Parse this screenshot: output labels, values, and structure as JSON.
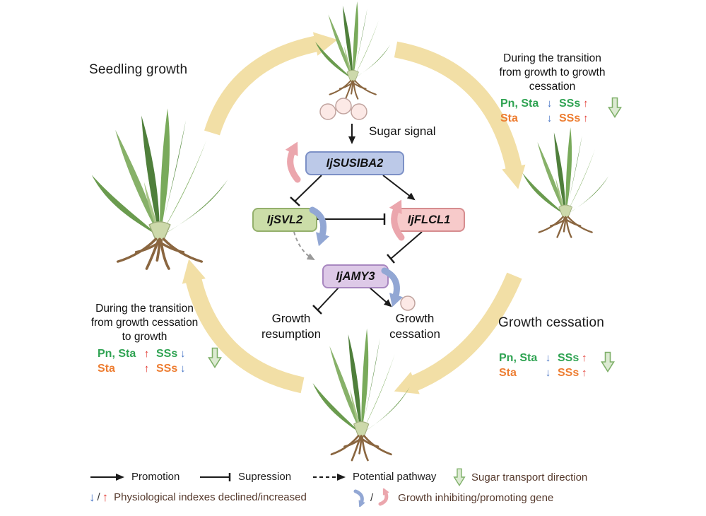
{
  "labels": {
    "seedling_growth": "Seedling growth",
    "growth_cessation_title": "Growth cessation",
    "sugar_signal": "Sugar signal"
  },
  "center": {
    "resumption_line1": "Growth",
    "resumption_line2": "resumption",
    "cessation_line1": "Growth",
    "cessation_line2": "cessation"
  },
  "genes": {
    "susiba2": "IjSUSIBA2",
    "svl2": "IjSVL2",
    "flcl1": "IjFLCL1",
    "amy3": "IjAMY3"
  },
  "transitions": {
    "top_right": {
      "lines": [
        "During the transition",
        "from growth to growth",
        "cessation"
      ]
    },
    "left": {
      "lines": [
        "During the transition",
        "from growth cessation",
        "to growth"
      ]
    }
  },
  "stats": {
    "top_right": {
      "r1": {
        "a": "Pn, Sta",
        "a_dir": "↓",
        "b": "SSs",
        "b_dir": "↑"
      },
      "r2": {
        "a": "Sta",
        "a_dir": "↓",
        "b": "SSs",
        "b_dir": "↑"
      }
    },
    "right": {
      "r1": {
        "a": "Pn, Sta",
        "a_dir": "↓",
        "b": "SSs",
        "b_dir": "↑"
      },
      "r2": {
        "a": "Sta",
        "a_dir": "↓",
        "b": "SSs",
        "b_dir": "↑"
      }
    },
    "left": {
      "r1": {
        "a": "Pn, Sta",
        "a_dir": "↑",
        "b": "SSs",
        "b_dir": "↓"
      },
      "r2": {
        "a": "Sta",
        "a_dir": "↑",
        "b": "SSs",
        "b_dir": "↓"
      }
    }
  },
  "legend": {
    "promotion": "Promotion",
    "suppression": "Supression",
    "potential_pathway": "Potential pathway",
    "sugar_transport": "Sugar transport direction",
    "physiological": "Physiological indexes declined/increased",
    "gene_regulation": "Growth inhibiting/promoting gene",
    "down_glyph": "↓",
    "up_glyph": "↑",
    "slash": "/"
  },
  "colors": {
    "green-text": "#2fa352",
    "orange-text": "#ed7d31",
    "blue-arrow": "#4472c4",
    "red-arrow": "#e23b33",
    "cycle-arrow": "#f2dfa6",
    "box-susiba-bg": "#bcc9e8",
    "box-susiba-border": "#7c90c6",
    "box-svl-bg": "#cbdda8",
    "box-svl-border": "#94b06c",
    "box-flcl-bg": "#f7caca",
    "box-flcl-border": "#d68d8f",
    "box-amy-bg": "#ddc9e7",
    "box-amy-border": "#a887c0",
    "gene-pink": "#eba6ad",
    "gene-blue": "#92a7d4",
    "sugar-circle-bg": "#fce9e6",
    "sugar-circle-border": "#c0a39e",
    "green-block-fill": "#dcead2",
    "green-block-border": "#7fb069"
  }
}
